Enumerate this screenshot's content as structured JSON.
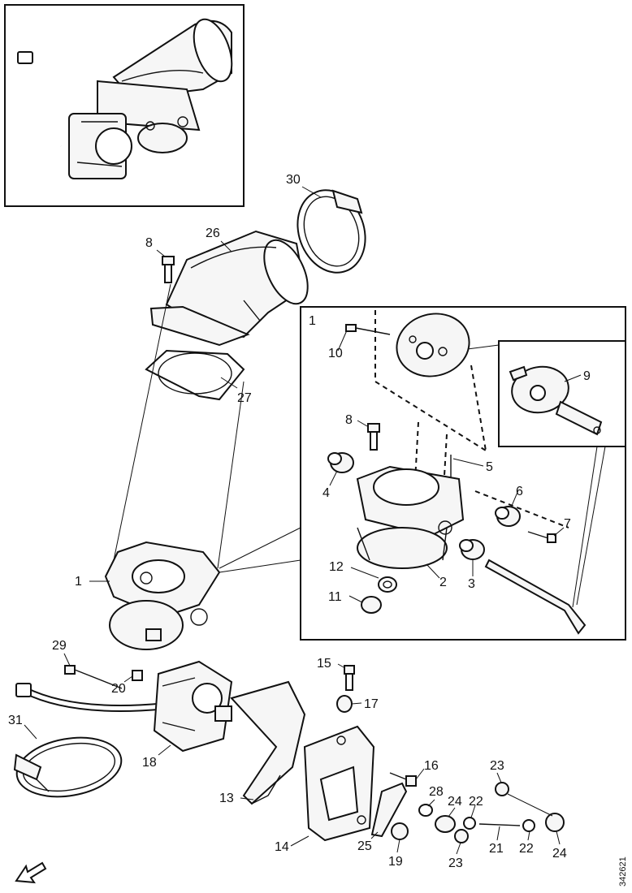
{
  "document_number": "342621",
  "detail_inset_label": "1",
  "callouts": [
    {
      "id": "c30",
      "text": "30"
    },
    {
      "id": "c26",
      "text": "26"
    },
    {
      "id": "c8a",
      "text": "8"
    },
    {
      "id": "c27",
      "text": "27"
    },
    {
      "id": "c1",
      "text": "1"
    },
    {
      "id": "c29",
      "text": "29"
    },
    {
      "id": "c20",
      "text": "20"
    },
    {
      "id": "c31",
      "text": "31"
    },
    {
      "id": "c18",
      "text": "18"
    },
    {
      "id": "c15",
      "text": "15"
    },
    {
      "id": "c17",
      "text": "17"
    },
    {
      "id": "c16",
      "text": "16"
    },
    {
      "id": "c13",
      "text": "13"
    },
    {
      "id": "c14",
      "text": "14"
    },
    {
      "id": "c25",
      "text": "25"
    },
    {
      "id": "c19",
      "text": "19"
    },
    {
      "id": "c28",
      "text": "28"
    },
    {
      "id": "c24a",
      "text": "24"
    },
    {
      "id": "c22a",
      "text": "22"
    },
    {
      "id": "c23a",
      "text": "23"
    },
    {
      "id": "c23b",
      "text": "23"
    },
    {
      "id": "c21",
      "text": "21"
    },
    {
      "id": "c22b",
      "text": "22"
    },
    {
      "id": "c24b",
      "text": "24"
    },
    {
      "id": "c10",
      "text": "10"
    },
    {
      "id": "c9",
      "text": "9"
    },
    {
      "id": "c8b",
      "text": "8"
    },
    {
      "id": "c5",
      "text": "5"
    },
    {
      "id": "c4",
      "text": "4"
    },
    {
      "id": "c6",
      "text": "6"
    },
    {
      "id": "c7",
      "text": "7"
    },
    {
      "id": "c12",
      "text": "12"
    },
    {
      "id": "c2",
      "text": "2"
    },
    {
      "id": "c3",
      "text": "3"
    },
    {
      "id": "c11",
      "text": "11"
    }
  ]
}
